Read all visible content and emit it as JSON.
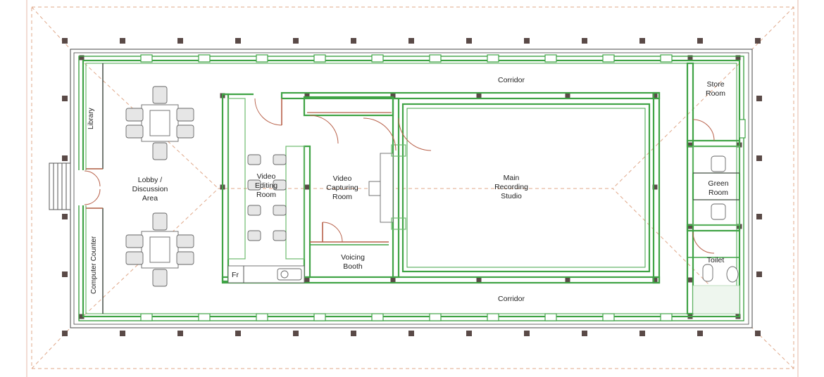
{
  "rooms": {
    "corridor_top": "Corridor",
    "corridor_bottom": "Corridor",
    "library": "Library",
    "lobby": [
      "Lobby /",
      "Discussion",
      "Area"
    ],
    "computer_counter": "Computer Counter",
    "video_editing": [
      "Video",
      "Editing",
      "Room"
    ],
    "video_capturing": [
      "Video",
      "Capturing",
      "Room"
    ],
    "main_studio": [
      "Main",
      "Recording",
      "Studio"
    ],
    "voicing_booth": [
      "Voicing",
      "Booth"
    ],
    "store_room": [
      "Store",
      "Room"
    ],
    "green_room": [
      "Green",
      "Room"
    ],
    "toilet": "Toilet",
    "fridge": "Fr"
  },
  "colors": {
    "wall_inner": "#3fa345",
    "door": "#b8614a",
    "roof_line": "#e0a88a",
    "post": "#5a4a47"
  }
}
